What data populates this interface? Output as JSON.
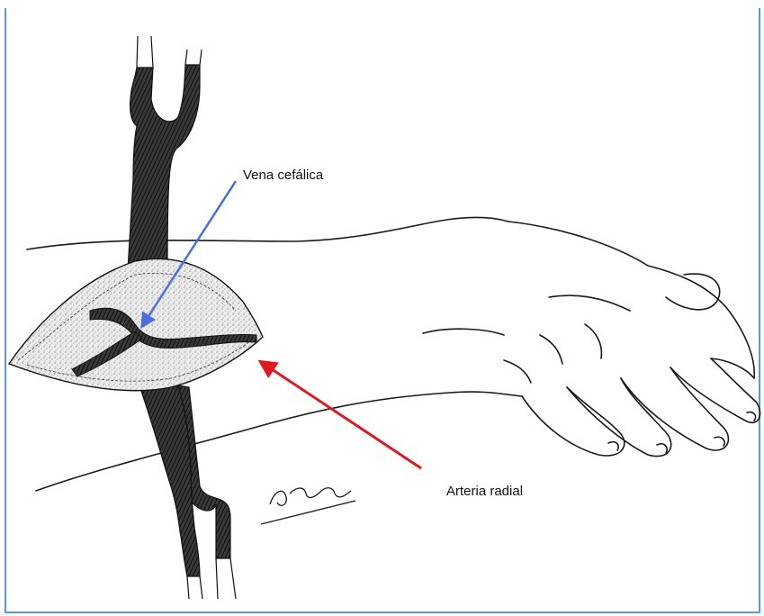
{
  "figure": {
    "labels": {
      "vein": "Vena cefálica",
      "artery": "Arteria radial"
    },
    "signature": "M. Grosso",
    "colors": {
      "frame_border": "#5b9bd5",
      "vein_arrow": "#4a6ee0",
      "artery_arrow": "#e0191f",
      "ink": "#1a1a1a"
    }
  }
}
